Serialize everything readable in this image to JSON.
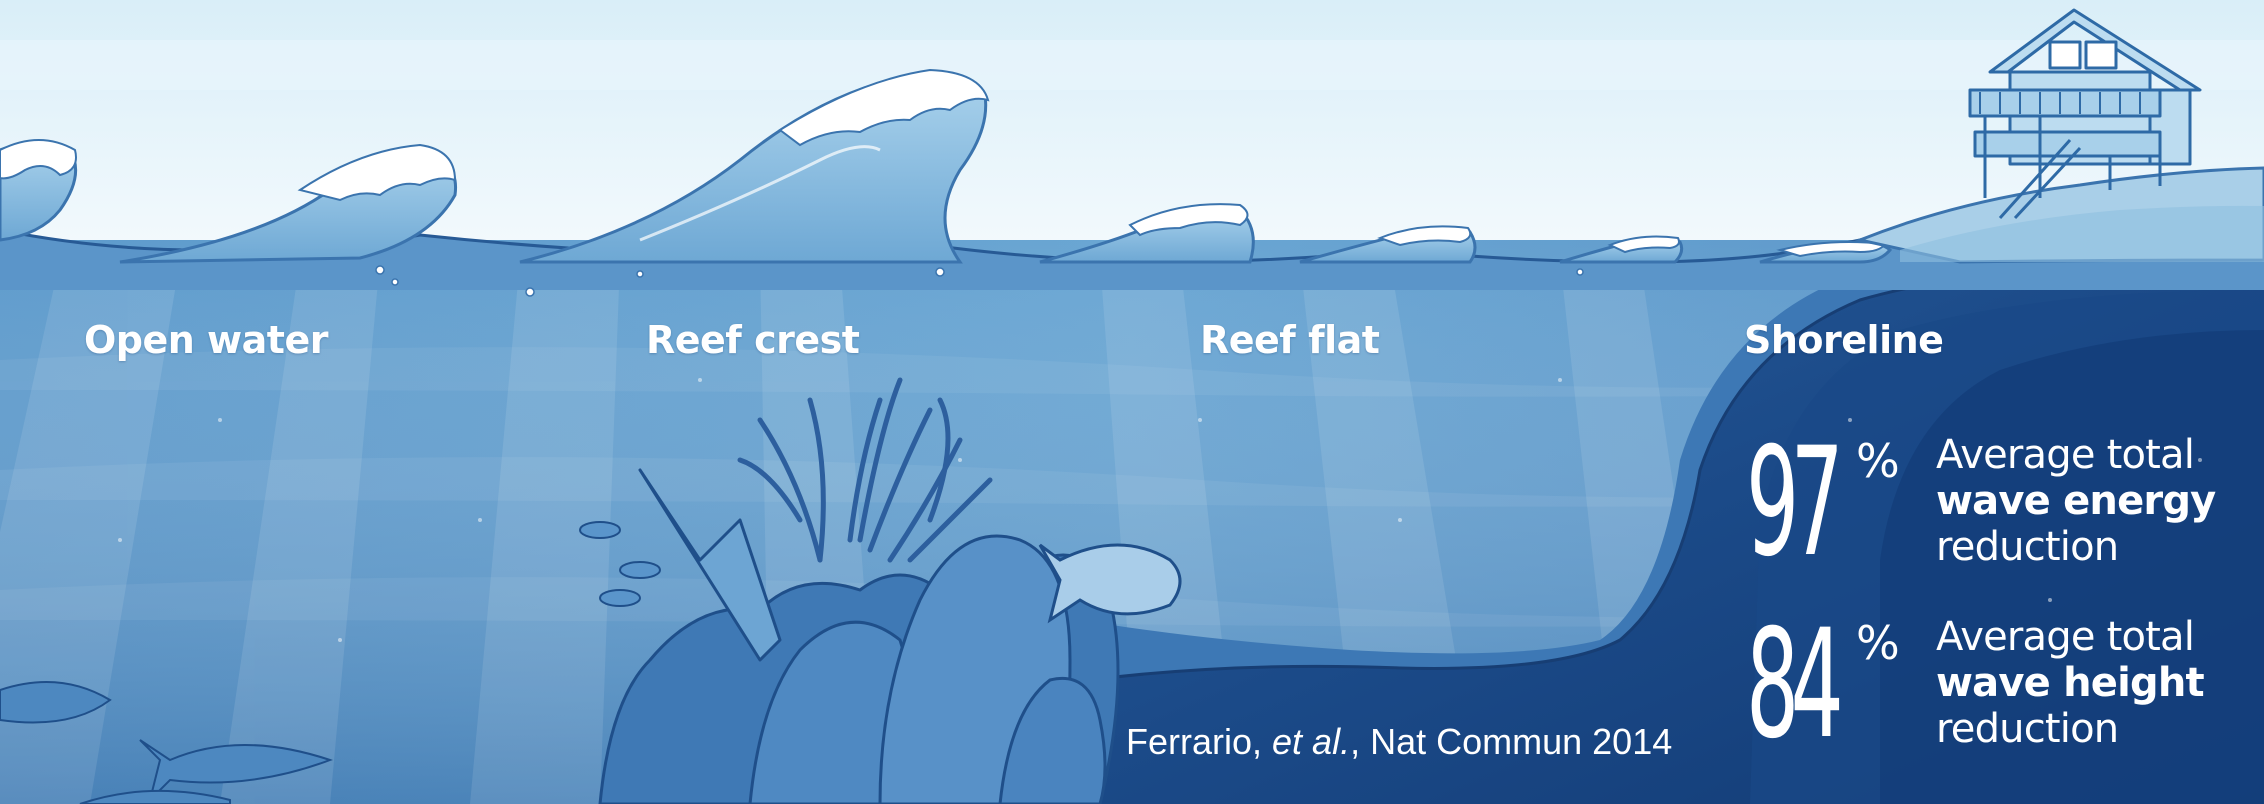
{
  "zones": {
    "open_water": "Open water",
    "reef_crest": "Reef crest",
    "reef_flat": "Reef flat",
    "shoreline": "Shoreline"
  },
  "stats": [
    {
      "value": "97",
      "unit": "%",
      "line1": "Average total",
      "line2": "wave energy",
      "line3": "reduction"
    },
    {
      "value": "84",
      "unit": "%",
      "line1": "Average total",
      "line2": "wave height",
      "line3": "reduction"
    }
  ],
  "credit": {
    "author": "Ferrario, ",
    "etal": "et al.",
    "source": ", Nat Commun 2014"
  },
  "colors": {
    "sky": "#e4f3fa",
    "water_light": "#6fa7d2",
    "water_mid": "#4a86bf",
    "water_deep": "#163f7c",
    "wave_light": "#8cbfe0",
    "foam": "#ffffff",
    "reef": "#3e77b4"
  }
}
